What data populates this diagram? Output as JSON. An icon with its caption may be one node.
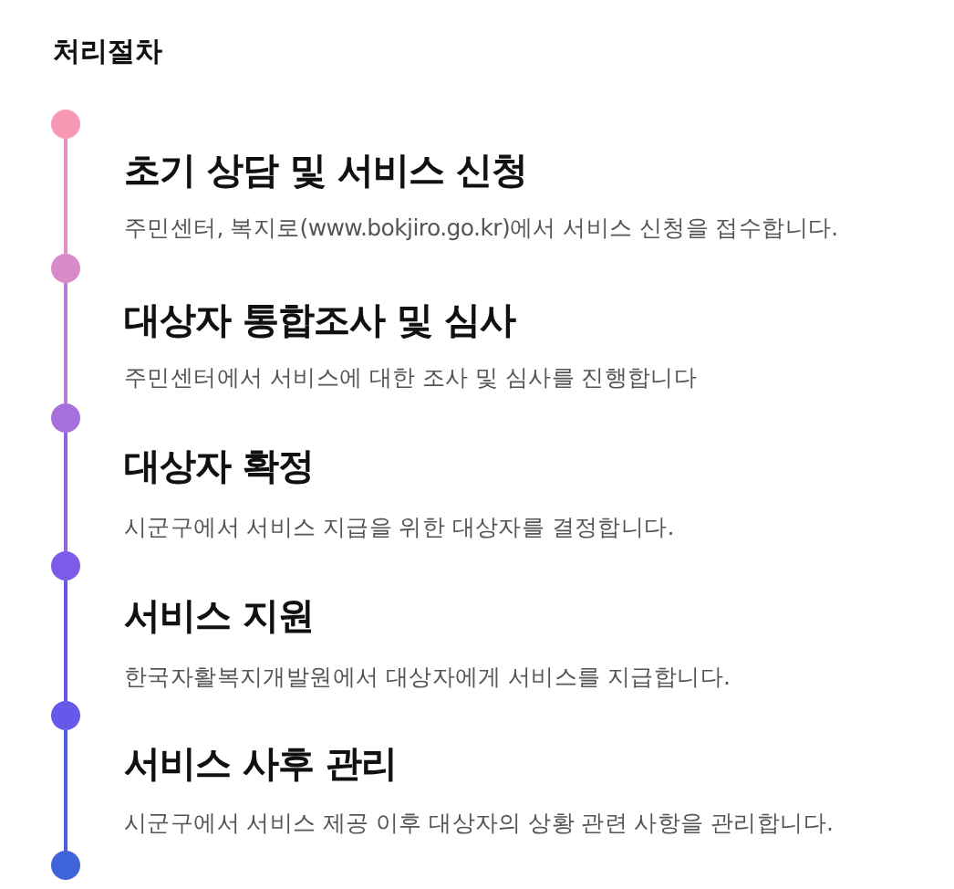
{
  "diagram": {
    "title": "처리절차",
    "nodes": [
      {
        "text": [],
        "shape": "circle"
      },
      {
        "text": [],
        "shape": "circle"
      },
      {
        "text": [],
        "shape": "circle"
      },
      {
        "text": [],
        "shape": "circle"
      },
      {
        "text": [],
        "shape": "circle"
      },
      {
        "text": [],
        "shape": "circle"
      }
    ],
    "edges": [
      {
        "from": 0,
        "to": 1,
        "arrow": "none",
        "color": "#e690c0"
      },
      {
        "from": 1,
        "to": 2,
        "arrow": "none",
        "color": "#bb7cd6"
      },
      {
        "from": 2,
        "to": 3,
        "arrow": "none",
        "color": "#8e64e2"
      },
      {
        "from": 3,
        "to": 4,
        "arrow": "none",
        "color": "#6a59e8"
      },
      {
        "from": 4,
        "to": 5,
        "arrow": "none",
        "color": "#505ee0"
      }
    ],
    "labels": [
      "초기 상담 및 서비스 신청",
      "주민센터, 복지로(www.bokjiro.go.kr)에서 서비스 신청을 접수합니다.",
      "대상자 통합조사 및 심사",
      "주민센터에서 서비스에 대한 조사 및 심사를 진행합니다",
      "대상자 확정",
      "시군구에서 서비스 지급을 위한 대상자를 결정합니다.",
      "서비스 지원",
      "한국자활복지개발원에서 대상자에게 서비스를 지급합니다.",
      "서비스 사후 관리",
      "시군구에서 서비스 제공 이후 대상자의 상황 관련 사항을 관리합니다."
    ]
  }
}
